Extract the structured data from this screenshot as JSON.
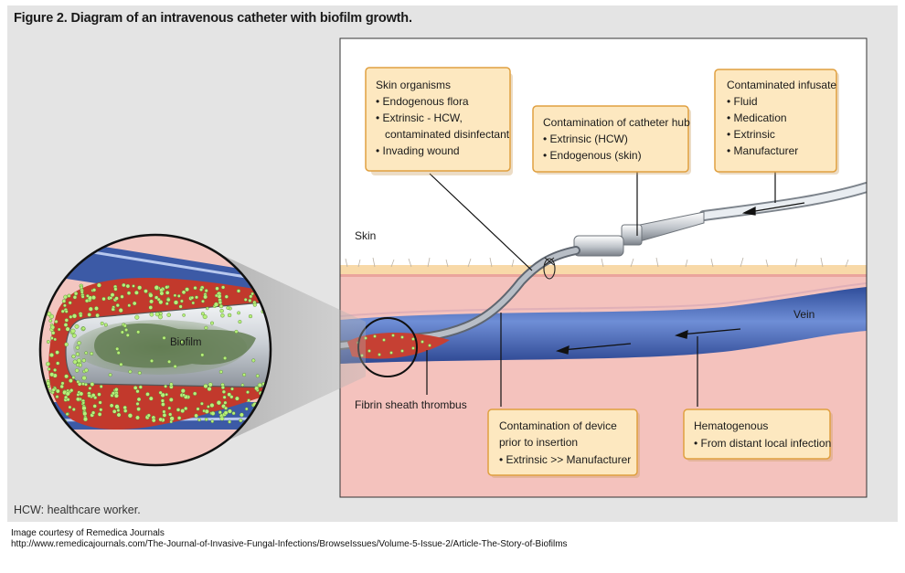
{
  "figure": {
    "label": "Figure 2.",
    "title": "Diagram of an intravenous catheter with biofilm growth."
  },
  "labels": {
    "skin": "Skin",
    "vein": "Vein",
    "biofilm": "Biofilm",
    "fibrin": "Fibrin sheath thrombus"
  },
  "callouts": {
    "skin_organisms": {
      "title": "Skin organisms",
      "items": [
        "• Endogenous flora",
        "• Extrinsic - HCW,",
        "  contaminated disinfectant",
        "• Invading wound"
      ]
    },
    "hub": {
      "title": "Contamination of catheter hub",
      "items": [
        "• Extrinsic (HCW)",
        "• Endogenous (skin)"
      ]
    },
    "infusate": {
      "title": "Contaminated infusate",
      "items": [
        "• Fluid",
        "• Medication",
        "• Extrinsic",
        "• Manufacturer"
      ]
    },
    "device": {
      "title": "Contamination of device",
      "items": [
        "prior to insertion",
        "• Extrinsic >> Manufacturer"
      ]
    },
    "hematogenous": {
      "title": "Hematogenous",
      "items": [
        "• From distant local infection"
      ]
    }
  },
  "footnote": "HCW: healthcare worker.",
  "credit": {
    "line1": "Image courtesy of Remedica Journals",
    "line2": "http://www.remedicajournals.com/The-Journal-of-Invasive-Fungal-Infections/BrowseIssues/Volume-5-Issue-2/Article-The-Story-of-Biofilms"
  },
  "colors": {
    "skin_pink": "#f2b8b4",
    "vein_blue": "#4a66b0",
    "callout_fill": "#fde9c3",
    "callout_border": "#e0a040",
    "clot_red": "#c0392b",
    "biofilm_green": "#6e8a5c",
    "dots": "#b7f07a"
  }
}
